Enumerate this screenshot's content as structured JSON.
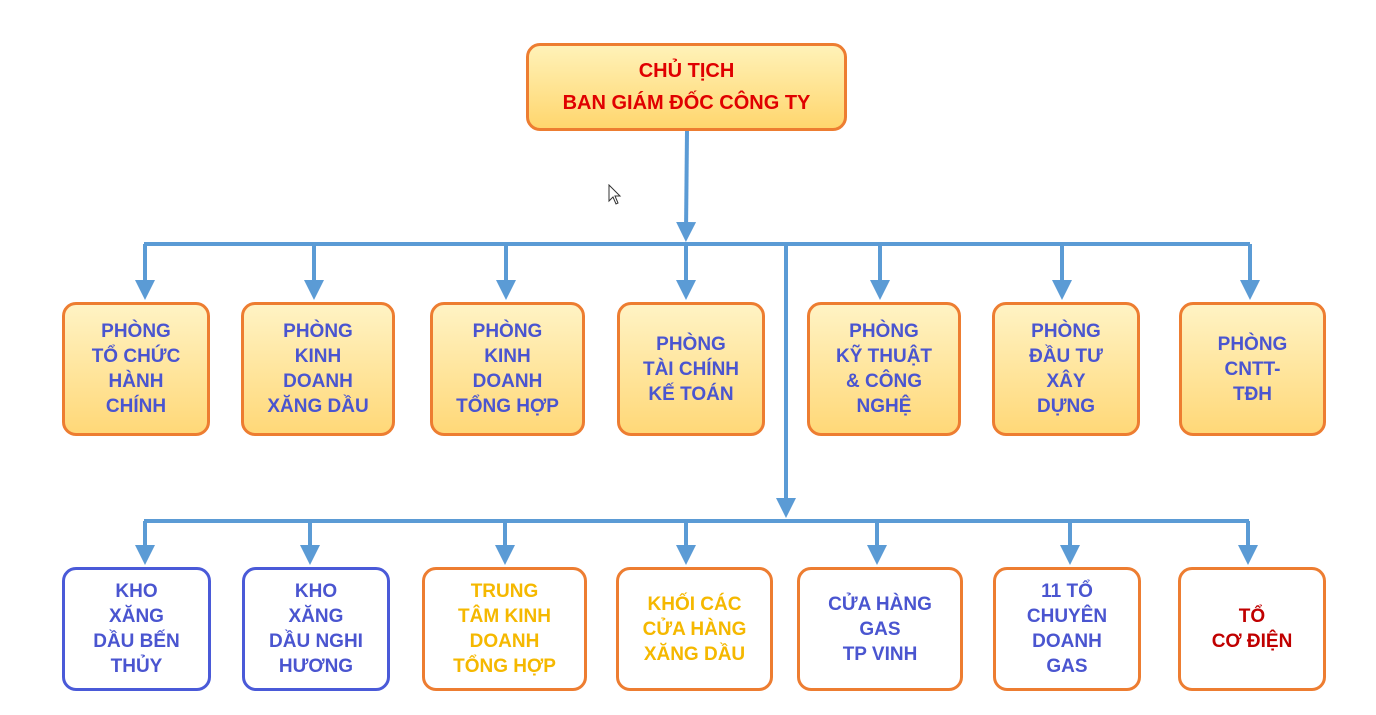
{
  "top": {
    "label": "CHỦ TỊCH\nBAN GIÁM ĐỐC CÔNG TY"
  },
  "departments": [
    {
      "label": "PHÒNG\nTỔ CHỨC\nHÀNH\nCHÍNH"
    },
    {
      "label": "PHÒNG\nKINH\nDOANH\nXĂNG DẦU"
    },
    {
      "label": "PHÒNG\nKINH\nDOANH\nTỔNG HỢP"
    },
    {
      "label": "PHÒNG\nTÀI CHÍNH\nKẾ TOÁN"
    },
    {
      "label": "PHÒNG\nKỸ THUẬT\n& CÔNG\nNGHỆ"
    },
    {
      "label": "PHÒNG\nĐẦU TƯ\nXÂY\nDỰNG"
    },
    {
      "label": "PHÒNG\nCNTT-\nTĐH"
    }
  ],
  "units": [
    {
      "label": "KHO\nXĂNG\nDẦU BẾN\nTHỦY"
    },
    {
      "label": "KHO\nXĂNG\nDẦU NGHI\nHƯƠNG"
    },
    {
      "label": "TRUNG\nTÂM KINH\nDOANH\nTỔNG HỢP"
    },
    {
      "label": "KHỐI CÁC\nCỬA HÀNG\nXĂNG DẦU"
    },
    {
      "label": "CỬA HÀNG\nGAS\nTP VINH"
    },
    {
      "label": "11 TỔ\nCHUYÊN\nDOANH\nGAS"
    },
    {
      "label": "TỔ\nCƠ ĐIỆN"
    }
  ],
  "colors": {
    "connector": "#5b9bd5",
    "box_border_orange": "#ed7d31",
    "box_border_blue": "#4a5ad8",
    "title_red": "#e00000",
    "dept_text_blue": "#4a55d0",
    "unit_text_yellow": "#f5b800",
    "unit_text_darkred": "#c00000"
  }
}
